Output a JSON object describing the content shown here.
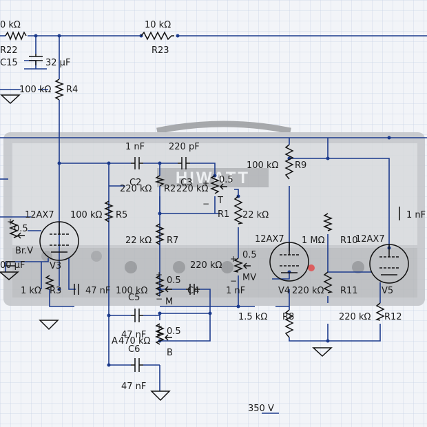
{
  "title": "",
  "photo": {
    "brand": "HIWATT"
  },
  "resistors": [
    {
      "id": "r_top_left",
      "value": "0 kΩ",
      "ref": "R22"
    },
    {
      "id": "R23",
      "value": "10 kΩ",
      "ref": "R23"
    },
    {
      "id": "R4",
      "value": "100 kΩ",
      "ref": "R4"
    },
    {
      "id": "R9",
      "value": "100 kΩ",
      "ref": "R9"
    },
    {
      "id": "R2",
      "value": "220 kΩ",
      "ref": "R2"
    },
    {
      "id": "R_mid_220",
      "value": "220 kΩ",
      "ref": ""
    },
    {
      "id": "R5",
      "value": "100 kΩ",
      "ref": "R5"
    },
    {
      "id": "R1",
      "value": "22 kΩ",
      "ref": "R1"
    },
    {
      "id": "R7",
      "value": "22 kΩ",
      "ref": "R7"
    },
    {
      "id": "R10",
      "value": "1 MΩ",
      "ref": "R10"
    },
    {
      "id": "R_B220",
      "value": "220 kΩ",
      "ref": ""
    },
    {
      "id": "R3",
      "value": "1 kΩ",
      "ref": "R3"
    },
    {
      "id": "R_A100",
      "value": "100 kΩ",
      "ref": ""
    },
    {
      "id": "R11",
      "value": "220 kΩ",
      "ref": "R11"
    },
    {
      "id": "R12",
      "value": "220 kΩ",
      "ref": "R12"
    },
    {
      "id": "R8",
      "value": "1.5 kΩ",
      "ref": "R8"
    },
    {
      "id": "R_A470",
      "value": "470 kΩ",
      "ref": ""
    }
  ],
  "capacitors": [
    {
      "id": "C15",
      "value": "32 μF",
      "ref": "C15"
    },
    {
      "id": "C2",
      "value": "1 nF",
      "ref": "C2"
    },
    {
      "id": "C3",
      "value": "220 pF",
      "ref": "C3"
    },
    {
      "id": "C_right",
      "value": "1 nF",
      "ref": ""
    },
    {
      "id": "C_left",
      "value": "00 μF",
      "ref": ""
    },
    {
      "id": "C5",
      "value": "47 nF",
      "ref": "C5"
    },
    {
      "id": "C4",
      "value": "1 nF",
      "ref": "C4"
    },
    {
      "id": "C6",
      "value": "47 nF",
      "ref": "C6"
    },
    {
      "id": "C_bottom",
      "value": "47 nF",
      "ref": ""
    }
  ],
  "tubes": [
    {
      "id": "V3",
      "type": "12AX7",
      "ref": "V3"
    },
    {
      "id": "V4",
      "type": "12AX7",
      "ref": "V4"
    },
    {
      "id": "V5",
      "type": "12AX7",
      "ref": "V5"
    }
  ],
  "pots": [
    {
      "id": "BrV",
      "value": "0.5",
      "label": "Br.V"
    },
    {
      "id": "T",
      "value": "0.5",
      "label": "T"
    },
    {
      "id": "MV",
      "value": "0.5",
      "label": "MV"
    },
    {
      "id": "M",
      "value": "0.5",
      "label": "M"
    },
    {
      "id": "B",
      "value": "0.5",
      "label": "B"
    }
  ],
  "supply": {
    "label": "350 V"
  },
  "letters": {
    "A": "A",
    "B": "B"
  },
  "colors": {
    "wire": "#1b3a8c",
    "grid": "#c9d3e6",
    "background": "#f2f4f8",
    "amp_body": "#cfd1d4"
  }
}
